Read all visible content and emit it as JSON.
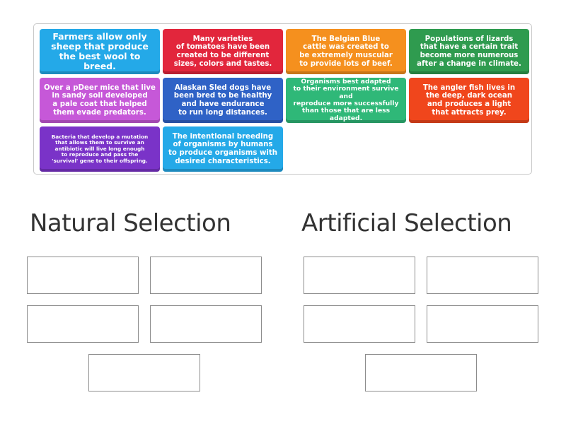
{
  "cards": [
    {
      "text": "Farmers allow only\nsheep that produce\nthe best wool to breed.",
      "color": "#24a9e8",
      "size": "fs-l"
    },
    {
      "text": "Many varieties\nof tomatoes have been\ncreated to be different\nsizes, colors and tastes.",
      "color": "#e2263c",
      "size": "fs-m"
    },
    {
      "text": "The Belgian Blue\ncattle was created to\nbe extremely muscular\nto provide lots of beef.",
      "color": "#f5901e",
      "size": "fs-m"
    },
    {
      "text": "Populations of lizards\nthat have a certain trait\nbecome more numerous\nafter a change in climate.",
      "color": "#2f9b4f",
      "size": "fs-m"
    },
    {
      "text": "Over a pDeer mice that live\nin sandy soil developed\na pale coat that helped\nthem evade predators.",
      "color": "#c658d8",
      "size": "fs-m"
    },
    {
      "text": "Alaskan Sled dogs have\nbeen bred to be healthy\nand have endurance\nto run long distances.",
      "color": "#2f62c6",
      "size": "fs-m"
    },
    {
      "text": "Organisms best adapted\nto their environment survive and\nreproduce more successfully\nthan those that are less adapted.",
      "color": "#2fb878",
      "size": "fs-s"
    },
    {
      "text": "The angler fish lives in\nthe deep, dark ocean\nand produces a light\nthat attracts prey.",
      "color": "#f0461c",
      "size": "fs-m"
    },
    {
      "text": "Bacteria that develop a mutation\nthat allows them to survive an\nantibiotic will live long enough\nto reproduce and pass the\n'survival' gene to their offspring.",
      "color": "#7a33c8",
      "size": "fs-xs"
    },
    {
      "text": "The intentional breeding\nof organisms by humans\nto produce organisms with\ndesired characteristics.",
      "color": "#24a9e8",
      "size": "fs-m"
    }
  ],
  "groups": {
    "natural_title": "Natural Selection",
    "artificial_title": "Artificial Selection"
  }
}
